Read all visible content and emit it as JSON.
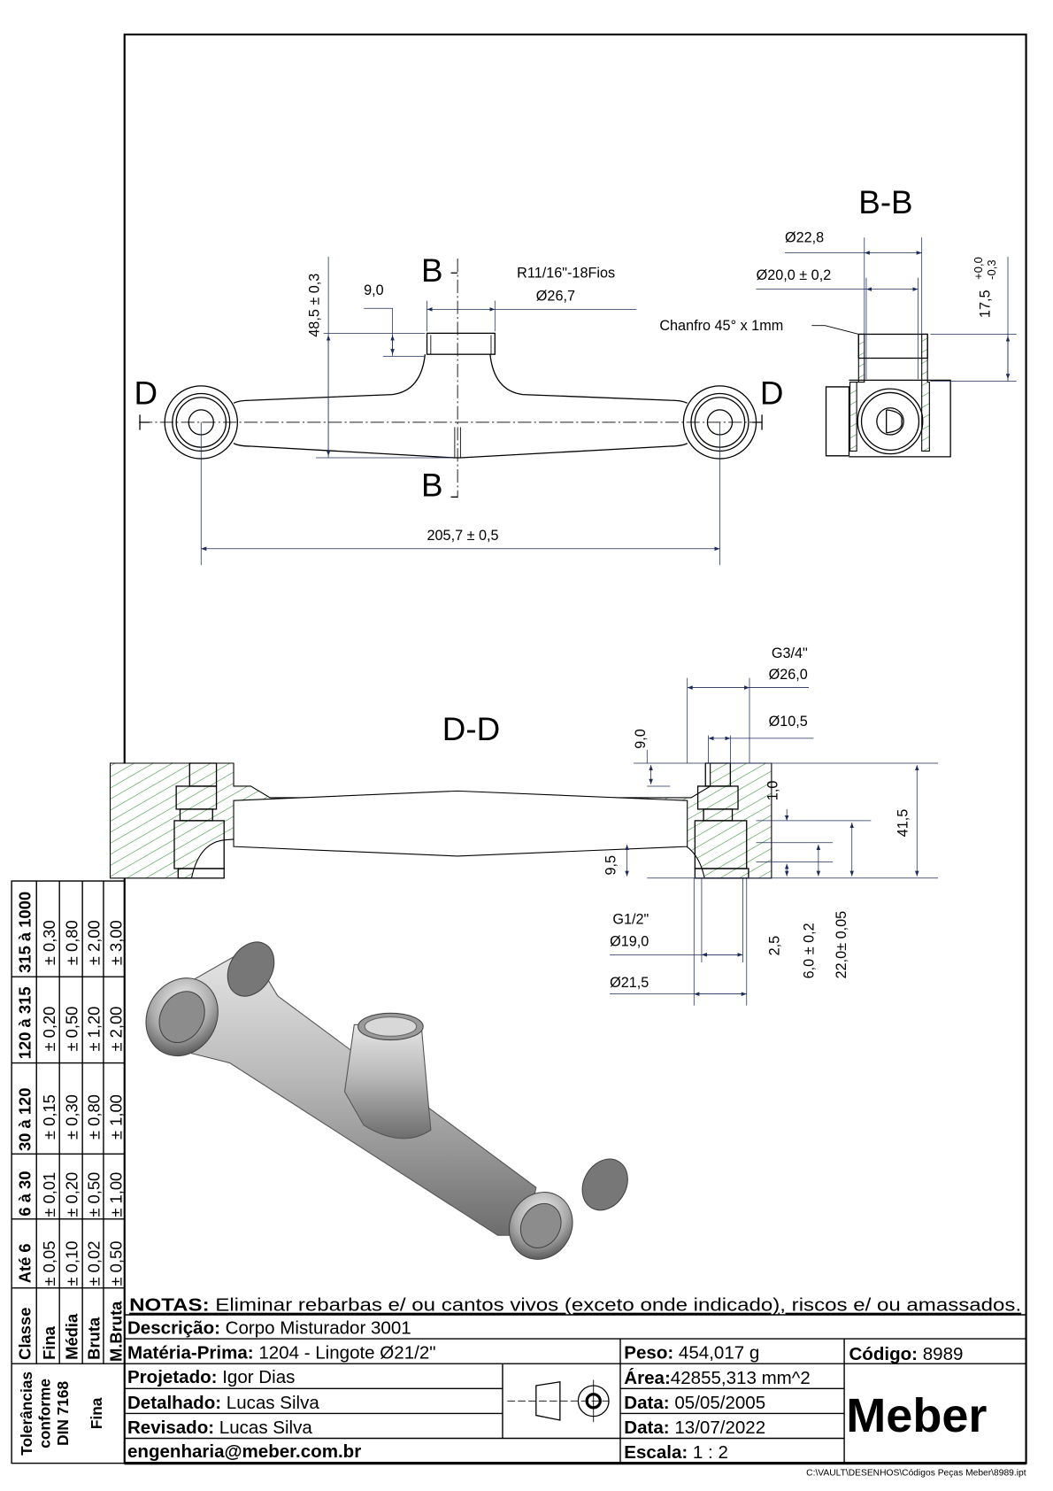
{
  "views": {
    "top": {
      "section_b_top": "B",
      "section_b_bottom": "B",
      "section_d_left": "D",
      "section_d_right": "D",
      "dim_height": "48,5 ± 0,3",
      "dim_boss_height": "9,0",
      "thread_spec": "R11/16\"-18Fios",
      "dim_boss_diameter": "Ø26,7",
      "dim_length": "205,7 ± 0,5"
    },
    "section_bb": {
      "title": "B-B",
      "dim_outer": "Ø22,8",
      "dim_inner": "Ø20,0 ± 0,2",
      "chamfer_note": "Chanfro 45° x 1mm",
      "dim_depth": "17,5",
      "dim_depth_tol_upper": "+0,0",
      "dim_depth_tol_lower": "-0,3"
    },
    "section_dd": {
      "title": "D-D",
      "thread_top": "G3/4\"",
      "dim_top_diameter": "Ø26,0",
      "dim_hole": "Ø10,5",
      "dim_top_depth": "9,0",
      "dim_step": "1,0",
      "dim_total": "41,5",
      "dim_fillet": "9,5",
      "thread_bottom": "G1/2\"",
      "dim_bottom_diameter": "Ø19,0",
      "dim_bottom_outer": "Ø21,5",
      "dim_chamfer": "2,5",
      "dim_bottom_depth": "6,0 ± 0,2",
      "dim_bore_depth": "22,0± 0,05"
    }
  },
  "tolerance_table": {
    "header_label": "Tolerâncias conforme DIN 7168",
    "header_class": "Fina",
    "class_header": "Classe",
    "classes": [
      "Fina",
      "Média",
      "Bruta",
      "M.Bruta"
    ],
    "ranges": [
      {
        "label": "Até 6",
        "values": [
          "± 0,05",
          "± 0,10",
          "± 0,02",
          "± 0,50"
        ]
      },
      {
        "label": "6 à 30",
        "values": [
          "± 0,01",
          "± 0,20",
          "± 0,50",
          "± 1,00"
        ]
      },
      {
        "label": "30 à 120",
        "values": [
          "± 0,15",
          "± 0,30",
          "± 0,80",
          "± 1,00"
        ]
      },
      {
        "label": "120 à 315",
        "values": [
          "± 0,20",
          "± 0,50",
          "± 1,20",
          "± 2,00"
        ]
      },
      {
        "label": "315 à 1000",
        "values": [
          "± 0,30",
          "± 0,80",
          "± 2,00",
          "± 3,00"
        ]
      }
    ]
  },
  "title_block": {
    "notes_label": "NOTAS:",
    "notes_text": " Eliminar rebarbas e/ ou cantos vivos (exceto onde indicado), riscos e/ ou amassados.",
    "description_label": "Descrição:",
    "description": " Corpo Misturador 3001",
    "material_label": "Matéria-Prima:",
    "material": " 1204 - Lingote Ø21/2\"",
    "weight_label": "Peso:",
    "weight": " 454,017 g",
    "code_label": "Código:",
    "code": " 8989",
    "designed_label": "Projetado:",
    "designed_by": " Igor Dias",
    "detailed_label": "Detalhado:",
    "detailed_by": " Lucas Silva",
    "reviewed_label": "Revisado:",
    "reviewed_by": " Lucas Silva",
    "email": "engenharia@meber.com.br",
    "area_label": "Área:",
    "area": "42855,313 mm^2",
    "date1_label": "Data:",
    "date1": " 05/05/2005",
    "date2_label": "Data:",
    "date2": " 13/07/2022",
    "scale_label": "Escala:",
    "scale": " 1 : 2",
    "logo": "Meber",
    "projection_icon": "first-angle-projection-icon"
  },
  "file_path": "C:\\VAULT\\DESENHOS\\Códigos Peças Meber\\8989.ipt",
  "colors": {
    "hatch": "#2e8b2e",
    "dimension": "#1d2b5c"
  }
}
